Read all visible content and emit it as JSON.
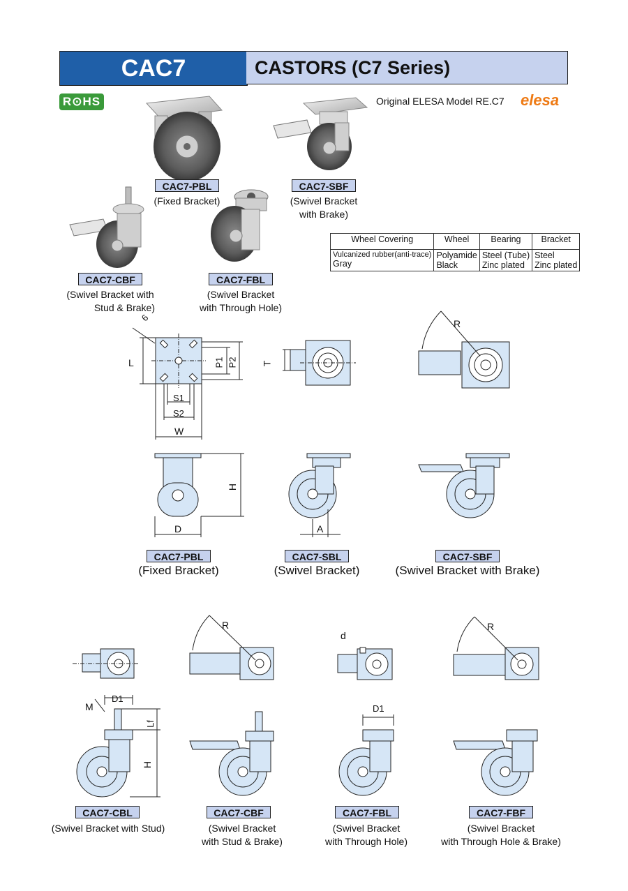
{
  "header": {
    "code": "CAC7",
    "title": "CASTORS (C7 Series)"
  },
  "rohs": "R⊙HS",
  "origin": {
    "text": "Original ELESA Model RE.C7",
    "brand": "elesa"
  },
  "photos": [
    {
      "tag": "CAC7-PBL",
      "caption": [
        "(Fixed Bracket)"
      ]
    },
    {
      "tag": "CAC7-SBF",
      "caption": [
        "(Swivel Bracket",
        "with Brake)"
      ]
    },
    {
      "tag": "CAC7-CBF",
      "caption": [
        "(Swivel Bracket with",
        "Stud & Brake)"
      ]
    },
    {
      "tag": "CAC7-FBL",
      "caption": [
        "(Swivel Bracket",
        "with Through Hole)"
      ]
    }
  ],
  "spec_table": {
    "headers": [
      "Wheel Covering",
      "Wheel",
      "Bearing",
      "Bracket"
    ],
    "row": [
      [
        "Vulcanized rubber(anti-trace)",
        "Gray"
      ],
      [
        "Polyamide",
        "Black"
      ],
      [
        "Steel (Tube)",
        "Zinc plated"
      ],
      [
        "Steel",
        "Zinc plated"
      ]
    ]
  },
  "dims": {
    "six": "6",
    "L": "L",
    "P1": "P1",
    "P2": "P2",
    "S1": "S1",
    "S2": "S2",
    "W": "W",
    "T": "T",
    "R": "R",
    "H": "H",
    "D": "D",
    "A": "A",
    "M": "M",
    "D1": "D1",
    "Lf": "Lf",
    "d": "d"
  },
  "drawings_row1": [
    {
      "tag": "CAC7-PBL",
      "caption": "(Fixed Bracket)"
    },
    {
      "tag": "CAC7-SBL",
      "caption": "(Swivel Bracket)"
    },
    {
      "tag": "CAC7-SBF",
      "caption": "(Swivel Bracket with Brake)"
    }
  ],
  "drawings_row2": [
    {
      "tag": "CAC7-CBL",
      "caption": [
        "(Swivel Bracket with Stud)"
      ]
    },
    {
      "tag": "CAC7-CBF",
      "caption": [
        "(Swivel Bracket",
        "with Stud & Brake)"
      ]
    },
    {
      "tag": "CAC7-FBL",
      "caption": [
        "(Swivel Bracket",
        "with Through Hole)"
      ]
    },
    {
      "tag": "CAC7-FBF",
      "caption": [
        "(Swivel Bracket",
        "with Through Hole & Brake)"
      ]
    }
  ],
  "colors": {
    "header_blue": "#1f5fa8",
    "header_light": "#c6d2ee",
    "rohs_green": "#3a9a3a",
    "elesa_orange": "#ee7a14",
    "drawing_fill": "#d6e6f6"
  }
}
